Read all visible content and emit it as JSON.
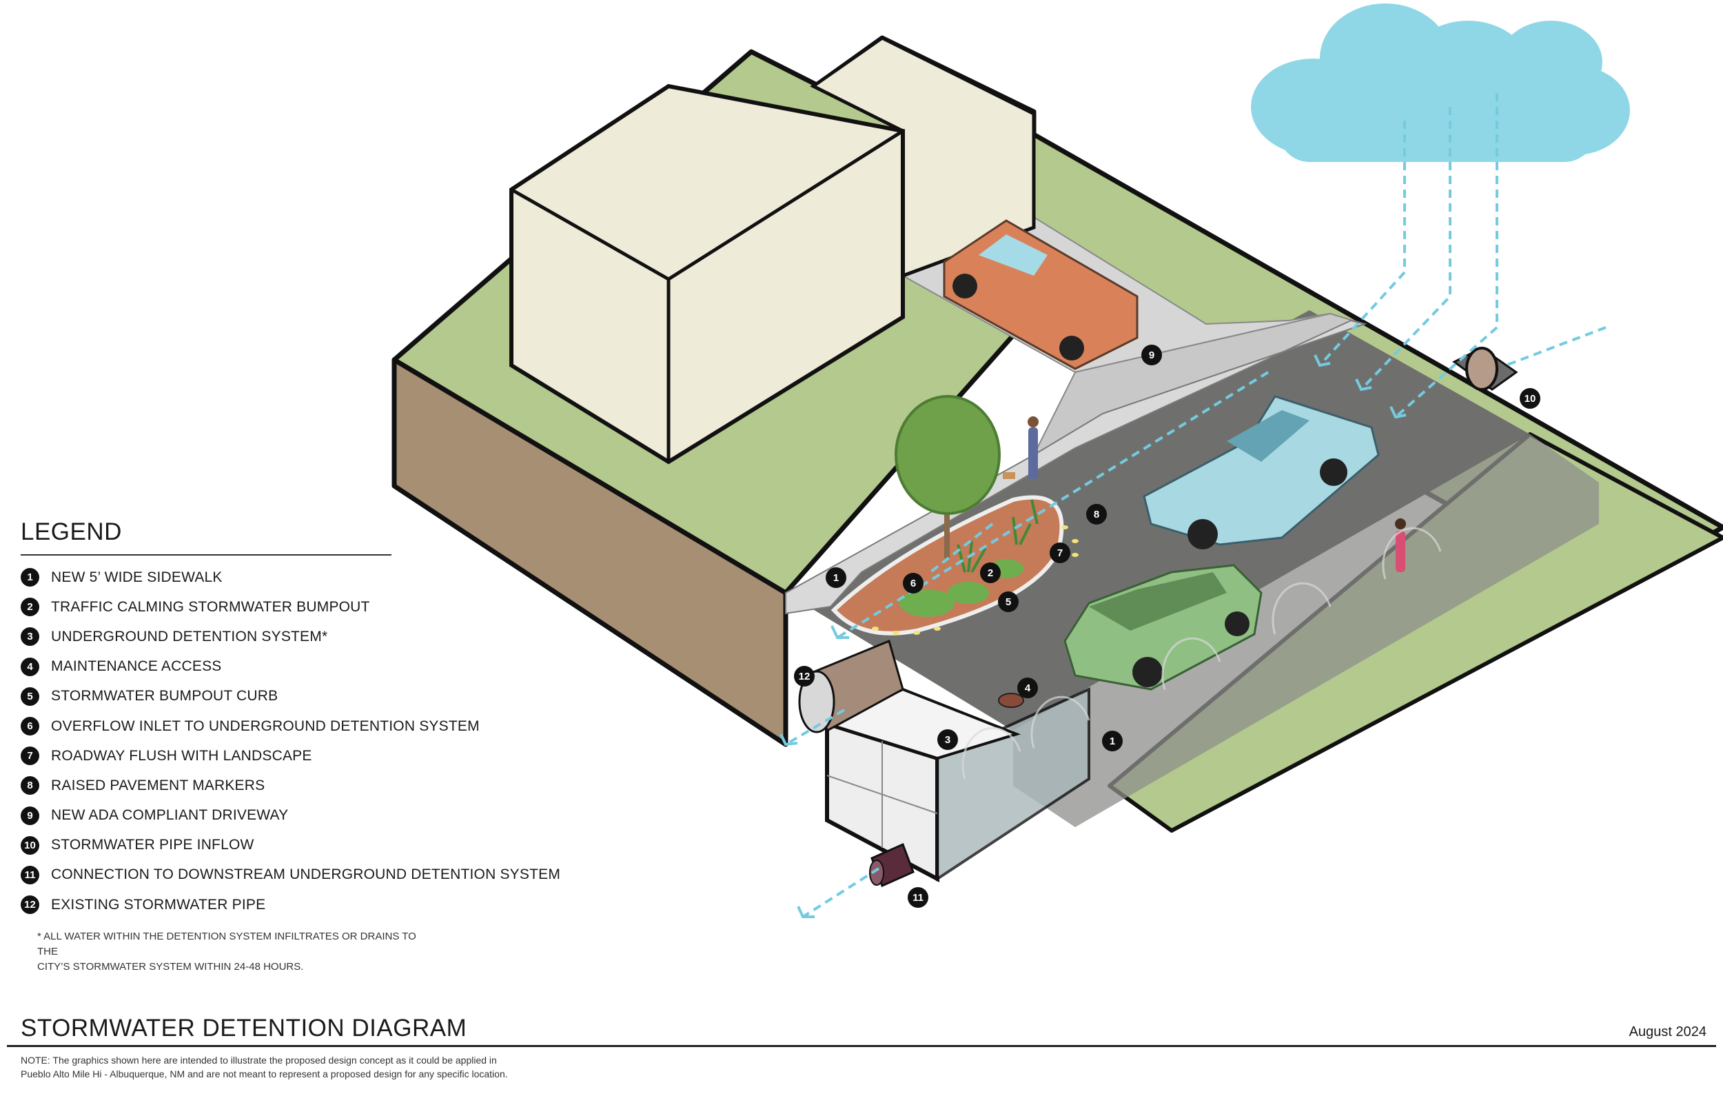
{
  "legend": {
    "title": "LEGEND",
    "items": [
      {
        "num": "1",
        "label": "NEW 5’ WIDE SIDEWALK"
      },
      {
        "num": "2",
        "label": "TRAFFIC CALMING STORMWATER BUMPOUT"
      },
      {
        "num": "3",
        "label": "UNDERGROUND DETENTION SYSTEM*"
      },
      {
        "num": "4",
        "label": "MAINTENANCE ACCESS"
      },
      {
        "num": "5",
        "label": "STORMWATER BUMPOUT CURB"
      },
      {
        "num": "6",
        "label": "OVERFLOW INLET TO UNDERGROUND DETENTION SYSTEM"
      },
      {
        "num": "7",
        "label": "ROADWAY FLUSH WITH LANDSCAPE"
      },
      {
        "num": "8",
        "label": "RAISED PAVEMENT MARKERS"
      },
      {
        "num": "9",
        "label": "NEW ADA COMPLIANT DRIVEWAY"
      },
      {
        "num": "10",
        "label": "STORMWATER PIPE INFLOW"
      },
      {
        "num": "11",
        "label": "CONNECTION TO DOWNSTREAM UNDERGROUND DETENTION SYSTEM"
      },
      {
        "num": "12",
        "label": "EXISTING STORMWATER PIPE"
      }
    ],
    "footnote_line1": "* ALL WATER WITHIN THE DETENTION SYSTEM INFILTRATES OR DRAINS TO THE",
    "footnote_line2": "CITY’S STORMWATER SYSTEM WITHIN 24-48 HOURS."
  },
  "footer": {
    "title": "STORMWATER DETENTION DIAGRAM",
    "date": "August 2024",
    "note_line1": "NOTE: The graphics shown here are intended to illustrate the proposed design concept as it could be applied in",
    "note_line2": "Pueblo Alto Mile Hi - Albuquerque, NM and are not meant to represent a proposed design for any specific location."
  },
  "callouts": [
    {
      "id": "c1a",
      "num": "1"
    },
    {
      "id": "c1b",
      "num": "1"
    },
    {
      "id": "c2",
      "num": "2"
    },
    {
      "id": "c3",
      "num": "3"
    },
    {
      "id": "c4",
      "num": "4"
    },
    {
      "id": "c5",
      "num": "5"
    },
    {
      "id": "c6",
      "num": "6"
    },
    {
      "id": "c7",
      "num": "7"
    },
    {
      "id": "c8",
      "num": "8"
    },
    {
      "id": "c9",
      "num": "9"
    },
    {
      "id": "c10",
      "num": "10"
    },
    {
      "id": "c11",
      "num": "11"
    },
    {
      "id": "c12",
      "num": "12"
    }
  ],
  "colors": {
    "grass": "#b4c98e",
    "soil": "#a78f74",
    "road": "#6f706d",
    "sidewalk": "#d9d9d9",
    "building": "#edead6",
    "water": "#8fd7e6",
    "truck_orange": "#d9825a",
    "truck_blue": "#a8d8e2",
    "suv_green": "#8fbf82"
  }
}
